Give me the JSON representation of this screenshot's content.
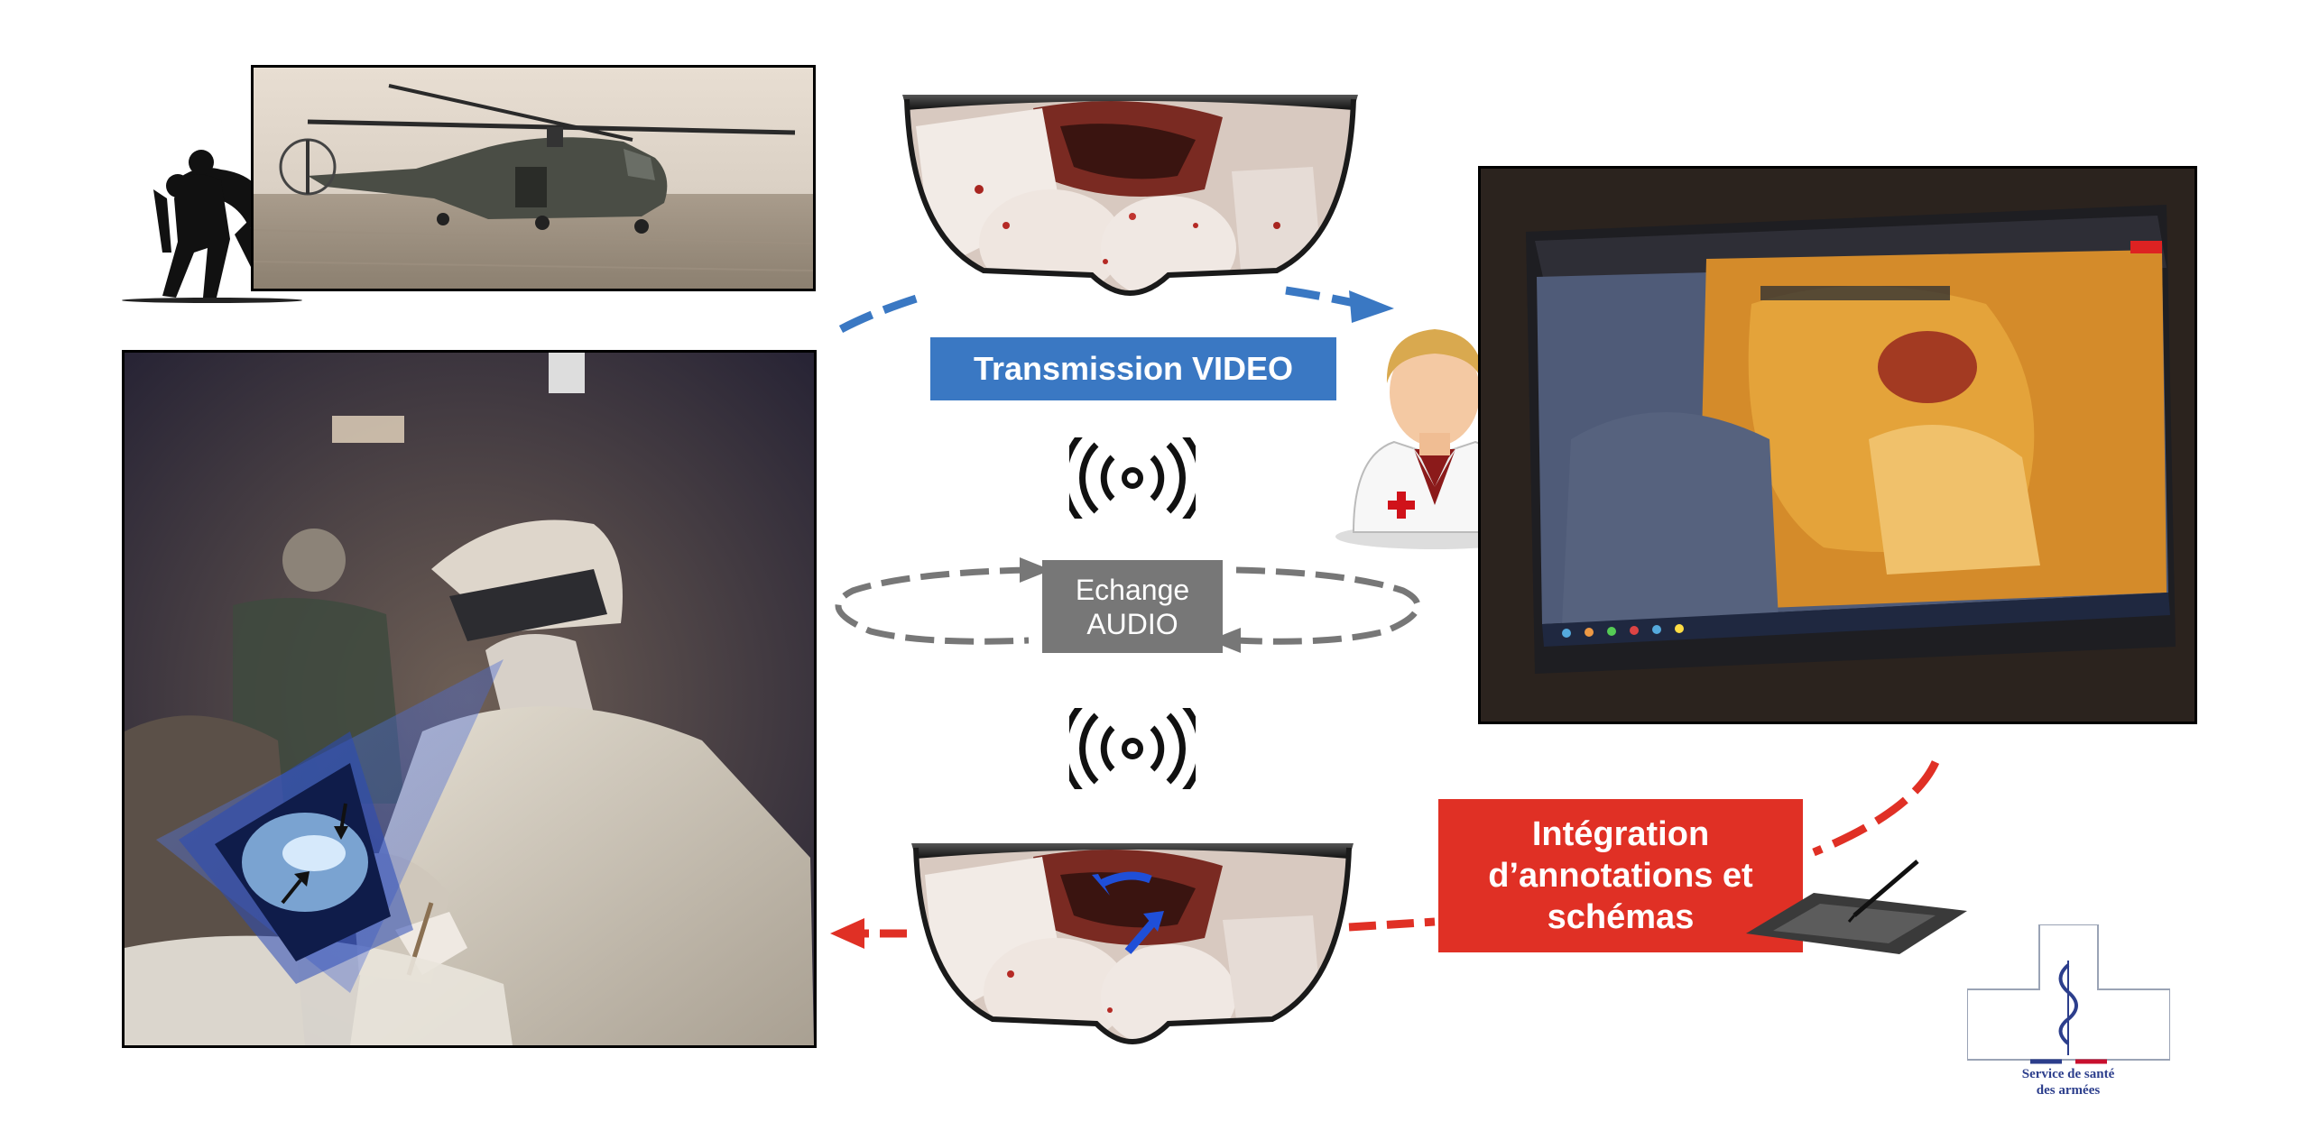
{
  "labels": {
    "video": "Transmission VIDEO",
    "audio_line1": "Echange",
    "audio_line2": "AUDIO",
    "annot_line1": "Intégration",
    "annot_line2": "d’annotations et",
    "annot_line3": "schémas"
  },
  "logo": {
    "line1": "Service de santé",
    "line2": "des armées"
  },
  "colors": {
    "video_blue": "#3a78c3",
    "audio_gray": "#777777",
    "annot_red": "#e03025",
    "logo_blue": "#2c3e8c",
    "logo_red": "#c8102e"
  },
  "icons": [
    "soldier-carrying-wounded-icon",
    "helicopter-photo",
    "ar-headset-video-view",
    "wireless-signal-icon",
    "doctor-icon",
    "laptop-screen-photo",
    "surgeon-photo",
    "ar-headset-annotated-view",
    "graphics-tablet-icon",
    "service-de-sante-logo"
  ]
}
